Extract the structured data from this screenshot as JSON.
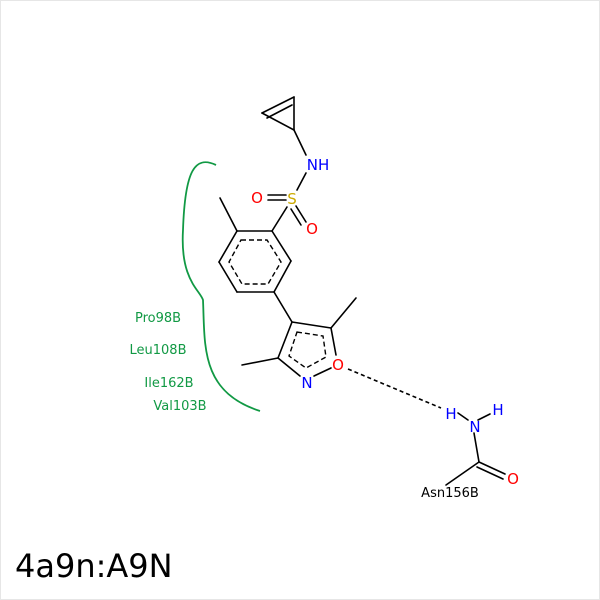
{
  "title": "4a9n:A9N",
  "colors": {
    "bond": "#000000",
    "nitrogen": "#0000ff",
    "oxygen": "#ff0000",
    "sulfur": "#ccaa00",
    "hydrophobic": "#119944",
    "hbond": "#000000"
  },
  "atoms": {
    "nh": "NH",
    "s": "S",
    "o1": "O",
    "o2": "O",
    "ring_o": "O",
    "ring_n": "N",
    "h1": "H",
    "h2": "H",
    "amide_n": "N",
    "amide_o": "O"
  },
  "residues": {
    "hydrophobic": [
      "Pro98B",
      "Leu108B",
      "Ile162B",
      "Val103B"
    ],
    "hbond_partner": "Asn156B"
  }
}
